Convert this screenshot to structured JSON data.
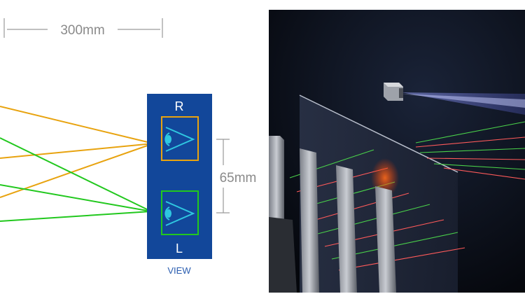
{
  "diagram": {
    "distance_label": "300mm",
    "eye_spacing_label": "65mm",
    "right_eye_label": "R",
    "left_eye_label": "L",
    "view_label": "VIEW",
    "icons": {
      "right_eye": "eye-icon",
      "left_eye": "eye-icon"
    },
    "colors": {
      "right_rays": "#e8a30f",
      "left_rays": "#22c81e",
      "view_panel": "#12479a",
      "dimension_lines": "#9a9a9a",
      "dimension_text": "#8a8a8a",
      "eye_glyph": "#2fc7e0"
    }
  },
  "photo": {
    "background": "#07090f"
  }
}
